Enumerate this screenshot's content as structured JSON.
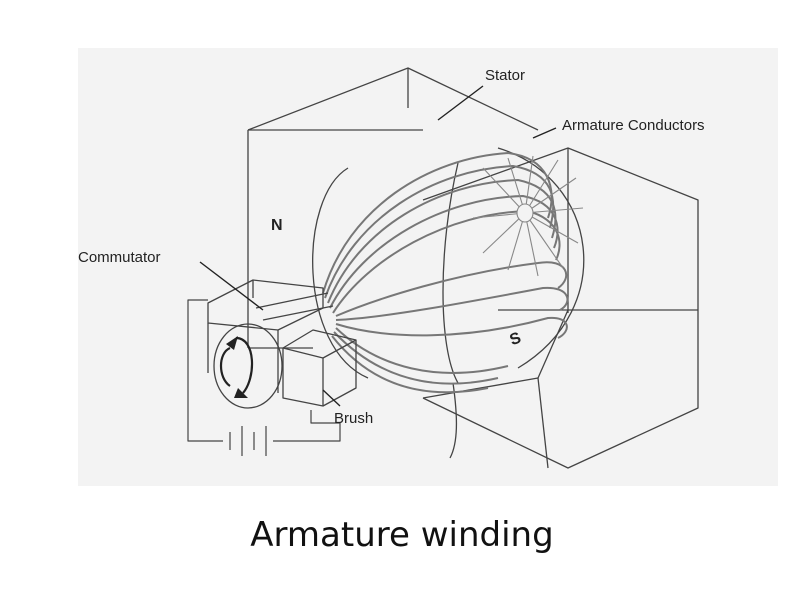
{
  "labels": {
    "stator": "Stator",
    "armature_conductors": "Armature Conductors",
    "north_pole": "N",
    "south_pole": "S",
    "commutator": "Commutator",
    "brush": "Brush"
  },
  "caption": "Armature winding"
}
